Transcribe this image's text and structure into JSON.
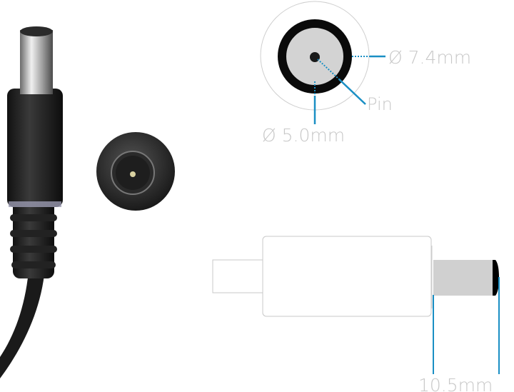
{
  "labels": {
    "outer_diameter": "Ø 7.4mm",
    "pin": "Pin",
    "inner_diameter": "Ø 5.0mm",
    "tip_length": "10.5mm"
  },
  "colors": {
    "accent": "#1a8fc4",
    "label": "#c8c8c8",
    "ring": "#0a0a0a",
    "barrel": "#d4d4d4"
  }
}
